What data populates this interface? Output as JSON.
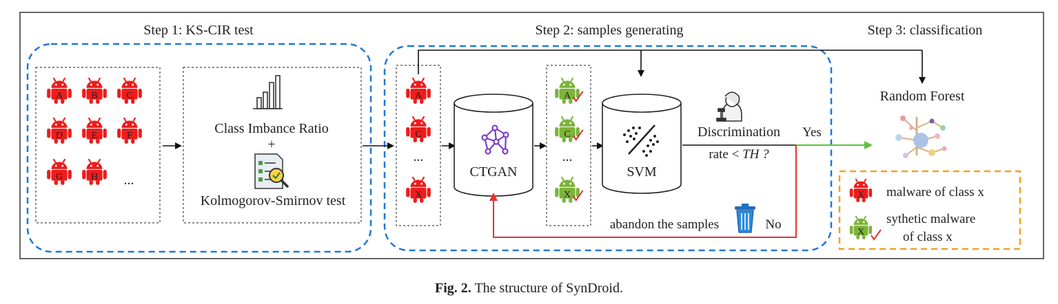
{
  "steps": {
    "step1": "Step 1: KS-CIR test",
    "step2": "Step 2: samples generating",
    "step3": "Step 3: classification"
  },
  "malware_classes": [
    "A",
    "B",
    "C",
    "D",
    "E",
    "F",
    "G",
    "H"
  ],
  "ellipsis": "...",
  "cir": {
    "label": "Class Imbance Ratio",
    "plus": "+",
    "ks_label": "Kolmogorov-Smirnov test"
  },
  "selected_classes": [
    "A",
    "C",
    "X"
  ],
  "ctgan_label": "CTGAN",
  "svm_label": "SVM",
  "decision": {
    "line1": "Discrimination",
    "line2_prefix": "rate < ",
    "line2_var": "TH ?",
    "yes": "Yes",
    "no": "No",
    "abandon": "abandon the samples"
  },
  "classifier_label": "Random Forest",
  "legend": {
    "malware": "malware of class x",
    "synthetic_line1": "sythetic malware",
    "synthetic_line2": "of class x"
  },
  "caption": {
    "prefix": "Fig. 2.",
    "text": "The structure of SynDroid."
  },
  "colors": {
    "malware_red": "#ee1c1c",
    "synthetic_green": "#7db43a",
    "dashed_blue": "#1f78d6",
    "legend_orange": "#f0a020",
    "yes_arrow": "#5cc43a",
    "no_arrow": "#e53030"
  },
  "icons": [
    "android-malware-icon",
    "android-synthetic-icon",
    "bar-chart-icon",
    "checklist-magnifier-icon",
    "neural-network-icon",
    "svm-separator-icon",
    "judge-icon",
    "trash-bin-icon",
    "decision-tree-icon"
  ]
}
